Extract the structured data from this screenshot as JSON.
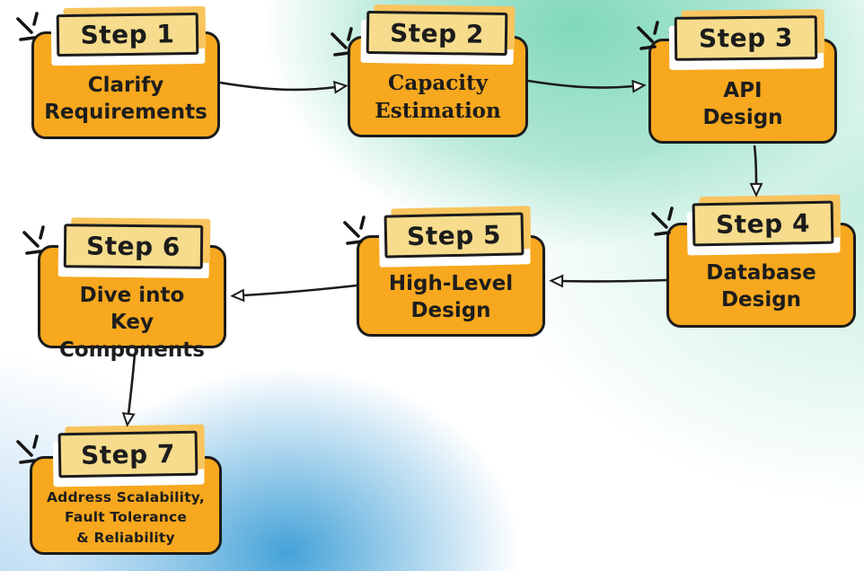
{
  "steps": [
    {
      "label": "Step 1",
      "lines": [
        "Clarify",
        "Requirements"
      ]
    },
    {
      "label": "Step 2",
      "lines": [
        "Capacity",
        "Estimation"
      ]
    },
    {
      "label": "Step 3",
      "lines": [
        "API",
        "Design"
      ]
    },
    {
      "label": "Step 4",
      "lines": [
        "Database",
        "Design"
      ]
    },
    {
      "label": "Step 5",
      "lines": [
        "High-Level",
        "Design"
      ]
    },
    {
      "label": "Step 6",
      "lines": [
        "Dive into",
        "Key Components"
      ]
    },
    {
      "label": "Step 7",
      "lines": [
        "Address Scalability,",
        "Fault Tolerance",
        "& Reliability"
      ]
    }
  ],
  "connections": [
    {
      "from": "Step 1",
      "to": "Step 2"
    },
    {
      "from": "Step 2",
      "to": "Step 3"
    },
    {
      "from": "Step 3",
      "to": "Step 4"
    },
    {
      "from": "Step 4",
      "to": "Step 5"
    },
    {
      "from": "Step 5",
      "to": "Step 6"
    },
    {
      "from": "Step 6",
      "to": "Step 7"
    }
  ],
  "colors": {
    "card_fill": "#F7A81E",
    "tab_fill": "#F6DC8C",
    "tab_back_shadow": "#F8C55F",
    "outline": "#1C1C1C",
    "background_green": "#79D6B8",
    "background_blue": "#3A9DD6",
    "arrowhead_fill": "#FFFFFF"
  }
}
